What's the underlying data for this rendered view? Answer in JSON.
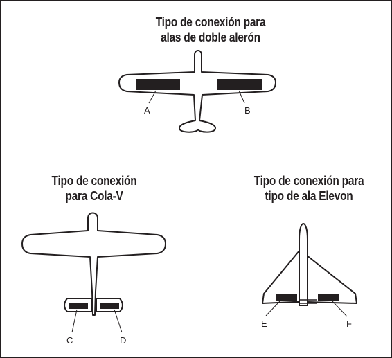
{
  "colors": {
    "outline": "#231f20",
    "fill": "#ffffff",
    "servo": "#231f20"
  },
  "sections": {
    "dual_aileron": {
      "title_line1": "Tipo de conexión para",
      "title_line2": "alas de doble alerón",
      "labels": [
        "A",
        "B"
      ]
    },
    "v_tail": {
      "title_line1": "Tipo de conexión",
      "title_line2": "para Cola-V",
      "labels": [
        "C",
        "D"
      ]
    },
    "elevon": {
      "title_line1": "Tipo de conexión para",
      "title_line2": "tipo de ala Elevon",
      "labels": [
        "E",
        "F"
      ]
    }
  }
}
